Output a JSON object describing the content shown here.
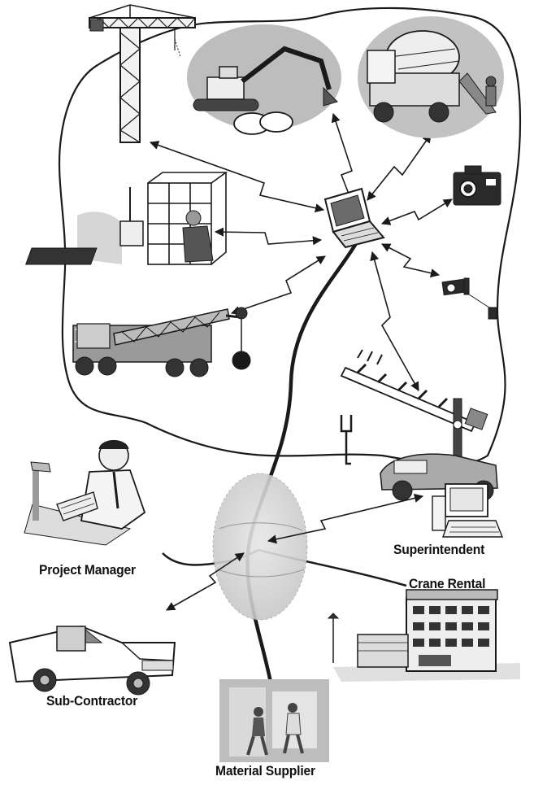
{
  "labels": {
    "project_manager": "Project Manager",
    "superintendent": "Superintendent",
    "crane_rental": "Crane Rental",
    "sub_contractor": "Sub-Contractor",
    "material_supplier": "Material Supplier"
  },
  "icons": {
    "tower_crane": "tower-crane-icon",
    "excavator": "excavator-icon",
    "concrete_mixer": "concrete-mixer-truck-icon",
    "laptop": "laptop-hub-icon",
    "camera": "camera-icon",
    "security_camera": "security-camera-icon",
    "building_worker": "building-worker-icon",
    "mobile_crane": "mobile-crane-icon",
    "gate": "gate-barrier-icon",
    "globe": "network-globe-icon",
    "computer": "desktop-computer-icon",
    "pickup": "pickup-truck-icon",
    "office": "office-building-icon",
    "warehouse": "warehouse-workers-icon"
  },
  "colors": {
    "ink": "#1a1a1a",
    "photo_gray": "#bdbdbd",
    "globe_gray": "#d4d4d4"
  }
}
